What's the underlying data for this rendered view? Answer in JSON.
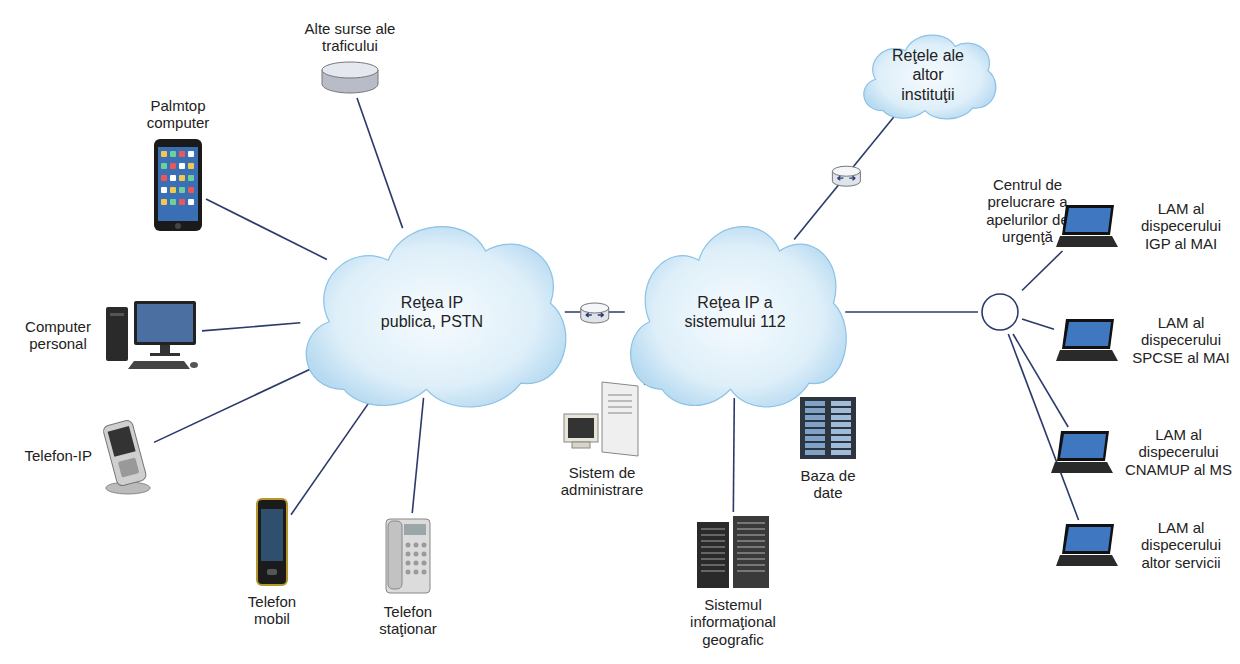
{
  "diagram": {
    "nodes": [
      {
        "text": [
          "Alte surse ale traficului"
        ]
      },
      {
        "text": [
          "Reţele ale altor instituţii"
        ]
      },
      {
        "text": [
          "Palmtop computer"
        ]
      },
      {
        "text": [
          "Centrul de prelucrare a apelurilor de urgenţă"
        ]
      },
      {
        "text": [
          "LAM al dispecerului IGP al MAI"
        ]
      },
      {
        "text": [
          "Computer personal"
        ]
      },
      {
        "text": [
          "Reţea IP publica, PSTN"
        ]
      },
      {
        "text": [
          "Reţea IP a sistemului 112"
        ]
      },
      {
        "text": [
          "LAM al dispecerului SPCSE al MAI"
        ]
      },
      {
        "text": [
          "Telefon-IP"
        ]
      },
      {
        "text": [
          "Sistem de administrare"
        ]
      },
      {
        "text": [
          "Baza de date"
        ]
      },
      {
        "text": [
          "LAM al dispecerului CNAMUP al MS"
        ]
      },
      {
        "text": [
          "Telefon mobil"
        ]
      },
      {
        "text": [
          "LAM al dispecerului altor servicii"
        ]
      },
      {
        "text": [
          "Telefon staţionar"
        ]
      },
      {
        "text": [
          "Sistemul informaţional geografic"
        ]
      }
    ],
    "edges": [
      {
        "from": 0,
        "to": 6,
        "arrow": "none"
      },
      {
        "from": 2,
        "to": 6,
        "arrow": "none"
      },
      {
        "from": 5,
        "to": 6,
        "arrow": "none"
      },
      {
        "from": 9,
        "to": 6,
        "arrow": "none"
      },
      {
        "from": 13,
        "to": 6,
        "arrow": "none"
      },
      {
        "from": 15,
        "to": 6,
        "arrow": "none"
      },
      {
        "from": 6,
        "to": 7,
        "arrow": "none"
      },
      {
        "from": 7,
        "to": 1,
        "arrow": "none"
      },
      {
        "from": 7,
        "to": 10,
        "arrow": "none"
      },
      {
        "from": 7,
        "to": 16,
        "arrow": "none"
      },
      {
        "from": 7,
        "to": 11,
        "arrow": "none"
      },
      {
        "from": 7,
        "to": 3,
        "arrow": "none"
      },
      {
        "from": 3,
        "to": 4,
        "arrow": "none"
      },
      {
        "from": 3,
        "to": 8,
        "arrow": "none"
      },
      {
        "from": 3,
        "to": 12,
        "arrow": "none"
      },
      {
        "from": 3,
        "to": 14,
        "arrow": "none"
      }
    ]
  }
}
